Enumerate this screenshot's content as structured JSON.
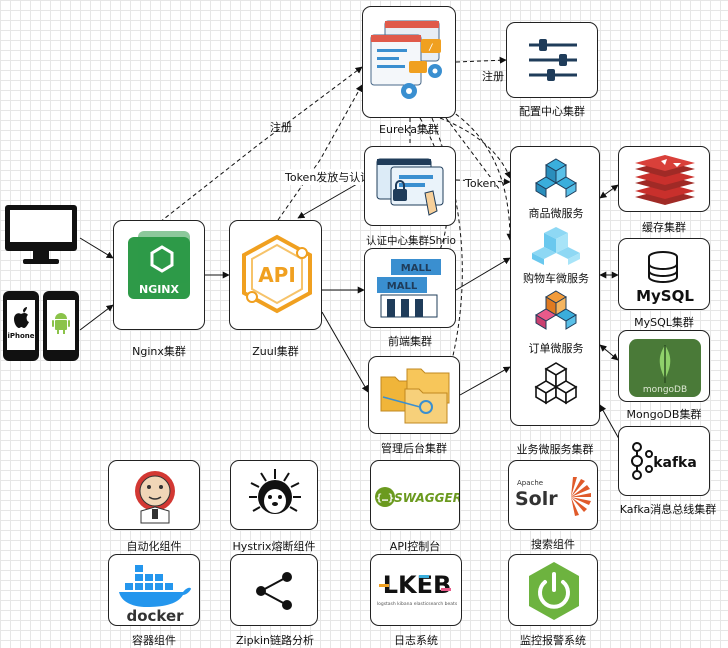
{
  "nodes": {
    "nginx": "Nginx集群",
    "zuul": "Zuul集群",
    "eureka": "Eureka集群",
    "config": "配置中心集群",
    "auth": "认证中心集群Shrio",
    "frontend": "前端集群",
    "admin": "管理后台集群",
    "business": "业务微服务集群",
    "product": "商品微服务",
    "cart": "购物车微服务",
    "order": "订单微服务",
    "cache": "缓存集群",
    "mysql": "MySQL集群",
    "mongodb": "MongoDB集群",
    "kafka": "Kafka消息总线集群"
  },
  "edges": {
    "register1": "注册",
    "register2": "注册",
    "token_issue": "Token发放与认证",
    "token": "Token"
  },
  "components": {
    "jenkins": "自动化组件",
    "hystrix": "Hystrix熔断组件",
    "swagger": "API控制台",
    "solr": "搜索组件",
    "docker": "容器组件",
    "zipkin": "Zipkin链路分析",
    "elk": "日志系统",
    "monitor": "监控报警系统"
  },
  "logos": {
    "nginx": "NGINX",
    "api": "API",
    "mall1": "MALL",
    "mall2": "MALL",
    "iphone": "iPhone",
    "mysql": "MySQL",
    "mongodb": "mongoDB",
    "kafka": "kafka",
    "swagger": "SWAGGER",
    "solr_small": "Apache",
    "solr": "Solr",
    "docker": "docker",
    "elk": "LKEB",
    "elk_sub": "logstash kibana elasticsearch beats"
  },
  "colors": {
    "nginx": "#2e9a48",
    "api": "#f0a020",
    "redis": "#c9302c",
    "mongo": "#4a7a38",
    "spring": "#6db33f",
    "swagger": "#6b9a1f",
    "cube": "#3aaedc"
  }
}
